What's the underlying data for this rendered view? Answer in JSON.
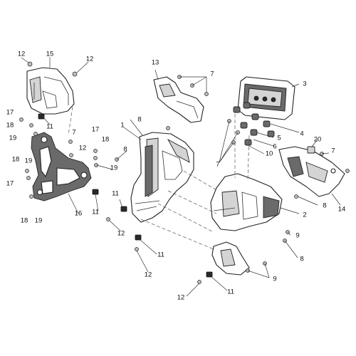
{
  "diagram": {
    "labels": {
      "l1": "1",
      "l2": "2",
      "l3": "3",
      "l4": "4",
      "l5": "5",
      "l6": "6",
      "l7": "7",
      "l8": "8",
      "l9": "9",
      "l10": "10",
      "l11": "11",
      "l12": "12",
      "l13": "13",
      "l14": "14",
      "l15": "15",
      "l16": "16",
      "l17": "17",
      "l18": "18",
      "l19": "19",
      "l20": "20"
    },
    "colors": {
      "line": "#222222",
      "shade": "#d4d4d4",
      "dark": "#6a6a6a"
    }
  }
}
